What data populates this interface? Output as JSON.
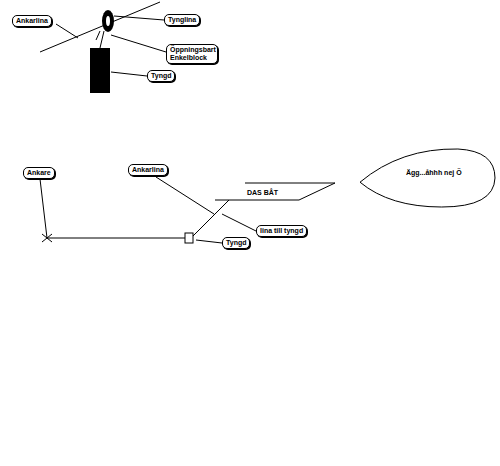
{
  "diagram": {
    "nodes": [
      {
        "text": [
          "Ankarlina"
        ]
      },
      {
        "text": [
          "Tynglina"
        ]
      },
      {
        "text": [
          "Öppningsbart Enkelblock"
        ]
      },
      {
        "text": [
          "Tyngd"
        ]
      },
      {
        "text": [
          "Ankare"
        ]
      },
      {
        "text": [
          "Ankarlina"
        ]
      },
      {
        "text": [
          "DAS BÅT"
        ]
      },
      {
        "text": [
          "lina till tyngd"
        ]
      },
      {
        "text": [
          "Tyngd"
        ]
      },
      {
        "text": [
          "Ägg...åhhh nej Ö"
        ]
      }
    ]
  }
}
